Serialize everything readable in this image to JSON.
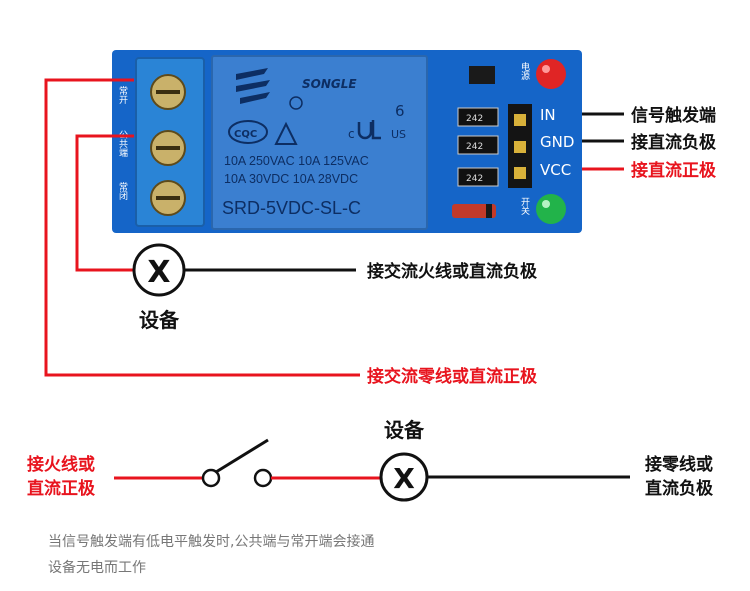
{
  "module": {
    "terminal_labels": [
      "常开",
      "公共端",
      "常闭"
    ],
    "relay_brand": "SONGLE",
    "relay_cert_left": "CQC",
    "relay_number": "6",
    "relay_us": "US",
    "relay_c": "c",
    "relay_spec_line1": "10A 250VAC  10A 125VAC",
    "relay_spec_line2": "10A  30VDC  10A  28VDC",
    "relay_model": "SRD-5VDC-SL-C",
    "power_led_label": "电源",
    "switch_led_label": "开关",
    "resistor_code": "242",
    "pin_labels": [
      "IN",
      "GND",
      "VCC"
    ]
  },
  "pins": {
    "in": "信号触发端",
    "gnd": "接直流负极",
    "vcc": "接直流正极"
  },
  "wiring": {
    "device_symbol": "X",
    "device_label": "设备",
    "live_label": "接交流火线或直流负极",
    "neutral_label": "接交流零线或直流正极"
  },
  "circuit": {
    "left_label": [
      "接火线或",
      "直流正极"
    ],
    "device_symbol": "X",
    "device_label": "设备",
    "right_label": [
      "接零线或",
      "直流负极"
    ]
  },
  "note": {
    "line1": "当信号触发端有低电平触发时,公共端与常开端会接通",
    "line2": "设备无电而工作"
  },
  "colors": {
    "board": "#1565c8",
    "relay": "#3b7fd0",
    "terminal": "#2a84d6",
    "red_wire": "#e8141e",
    "black_wire": "#111111",
    "red_text": "#e8141e"
  }
}
